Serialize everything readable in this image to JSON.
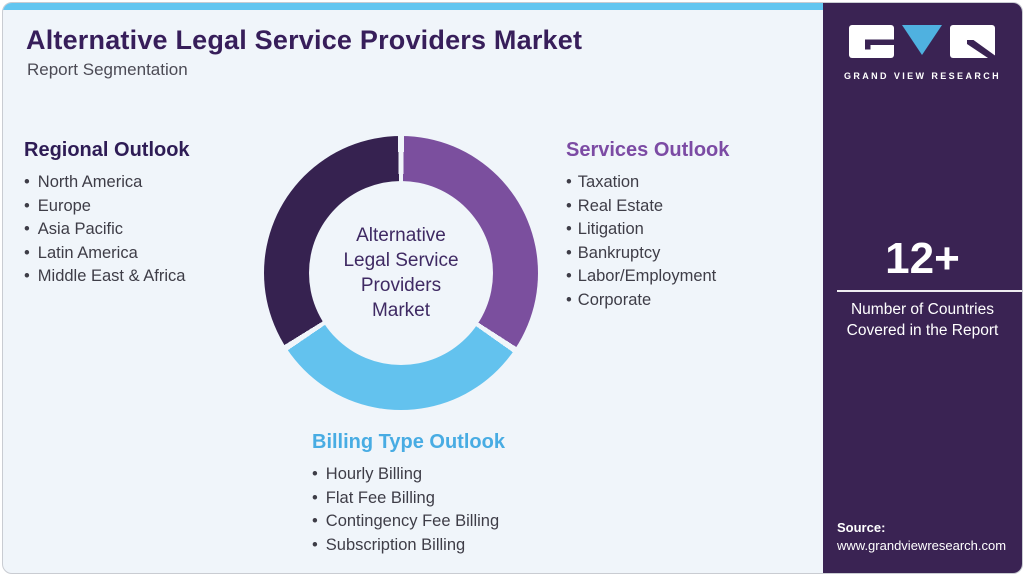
{
  "header": {
    "title": "Alternative Legal Service Providers Market",
    "subtitle": "Report Segmentation"
  },
  "colors": {
    "top_bar": "#63C6F0",
    "card_bg": "#F0F5FA",
    "card_border": "#C9CCD2",
    "sidebar_bg": "#3A2353",
    "title_text": "#371E5A",
    "subtitle_text": "#4C4B55",
    "body_text": "#3E3D47",
    "regional_heading": "#2E1C55",
    "services_heading": "#7C4BA4",
    "billing_heading": "#48ACE3",
    "donut_center_text": "#3F2A63",
    "logo_triangle": "#4FB1E0",
    "stat_text": "#FFFFFF"
  },
  "sections": {
    "regional": {
      "heading": "Regional Outlook",
      "items": [
        "North America",
        "Europe",
        "Asia Pacific",
        "Latin America",
        "Middle East & Africa"
      ]
    },
    "services": {
      "heading": "Services Outlook",
      "items": [
        "Taxation",
        "Real Estate",
        "Litigation",
        "Bankruptcy",
        "Labor/Employment",
        "Corporate"
      ]
    },
    "billing": {
      "heading": "Billing Type Outlook",
      "items": [
        "Hourly Billing",
        "Flat Fee Billing",
        "Contingency Fee Billing",
        "Subscription Billing"
      ]
    }
  },
  "chart_data": {
    "type": "pie",
    "donut": true,
    "center_label": "Alternative\nLegal Service\nProviders\nMarket",
    "legend_position": "around-chart",
    "gap_deg": 2.6,
    "gap_color": "#F0F5FA",
    "segments": [
      {
        "name": "Services Outlook",
        "color": "#7B4F9E",
        "start_deg": 0,
        "end_deg": 124,
        "span_deg": 124
      },
      {
        "name": "Billing Type Outlook",
        "color": "#63C2EE",
        "start_deg": 124,
        "end_deg": 237,
        "span_deg": 113
      },
      {
        "name": "Regional Outlook",
        "color": "#362250",
        "start_deg": 237,
        "end_deg": 360,
        "span_deg": 123
      }
    ]
  },
  "sidebar": {
    "logo": {
      "text": "GRAND VIEW RESEARCH"
    },
    "stat": {
      "value": "12+",
      "label": "Number of Countries\nCovered in the Report"
    },
    "source": {
      "label": "Source:",
      "url": "www.grandviewresearch.com"
    }
  }
}
